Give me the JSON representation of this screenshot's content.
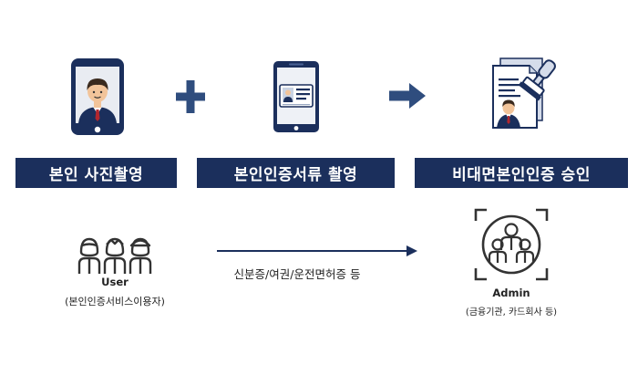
{
  "steps": [
    {
      "icon": "smartphone-selfie-icon",
      "label": "본인 사진촬영"
    },
    {
      "icon": "tablet-id-card-icon",
      "label": "본인인증서류 촬영"
    },
    {
      "icon": "approval-stamp-document-icon",
      "label": "비대면본인인증 승인"
    }
  ],
  "operators": {
    "plus": "plus-icon",
    "arrow": "right-arrow-icon"
  },
  "user": {
    "icon": "user-group-icon",
    "title": "User",
    "subtitle": "(본인인증서비스이용자)"
  },
  "flow": {
    "label": "신분증/여권/운전면허증 등"
  },
  "admin": {
    "icon": "admin-group-focus-icon",
    "title": "Admin",
    "subtitle": "(금융기관, 카드회사 등)"
  },
  "colors": {
    "navy": "#1b2f5c",
    "steel": "#2f4d7e",
    "skin": "#f2c49a",
    "hair": "#3a2a1e",
    "tie": "#b3262e"
  }
}
